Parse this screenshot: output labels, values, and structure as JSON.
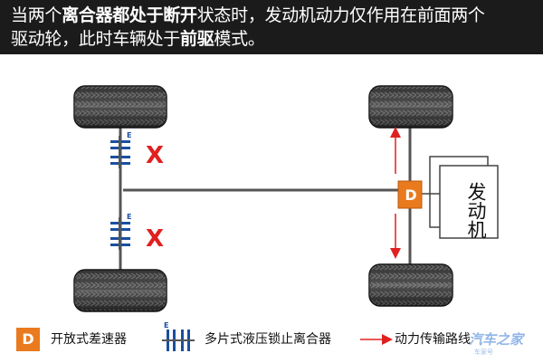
{
  "header": {
    "line1": [
      {
        "text": "当两个",
        "bold": false
      },
      {
        "text": "离合器都处于断开",
        "bold": true
      },
      {
        "text": "状态时，发动机动力仅作用在前面两个",
        "bold": false
      }
    ],
    "line2": [
      {
        "text": "驱动轮，此时车辆处于",
        "bold": false
      },
      {
        "text": "前驱",
        "bold": true
      },
      {
        "text": "模式。",
        "bold": false
      }
    ]
  },
  "diagram": {
    "differential_label": "D",
    "engine_label": "发动机",
    "clutch_state_mark": "X",
    "clutch_mark_label": "E"
  },
  "legend": {
    "differential": {
      "symbol": "D",
      "text": "开放式差速器"
    },
    "clutch": {
      "symbol": "E",
      "text": "多片式液压锁止离合器"
    },
    "power_path": {
      "text": "动力传输路线"
    }
  },
  "watermark": {
    "text": "汽车之家",
    "sub": "车家号"
  },
  "colors": {
    "header_bg": "#1b1b1b",
    "differential": "#ea7a1e",
    "clutch": "#1a4fa0",
    "x_mark": "#e02020",
    "arrow": "#e02020",
    "shaft": "#555555",
    "tire": "#2a2a2a"
  }
}
